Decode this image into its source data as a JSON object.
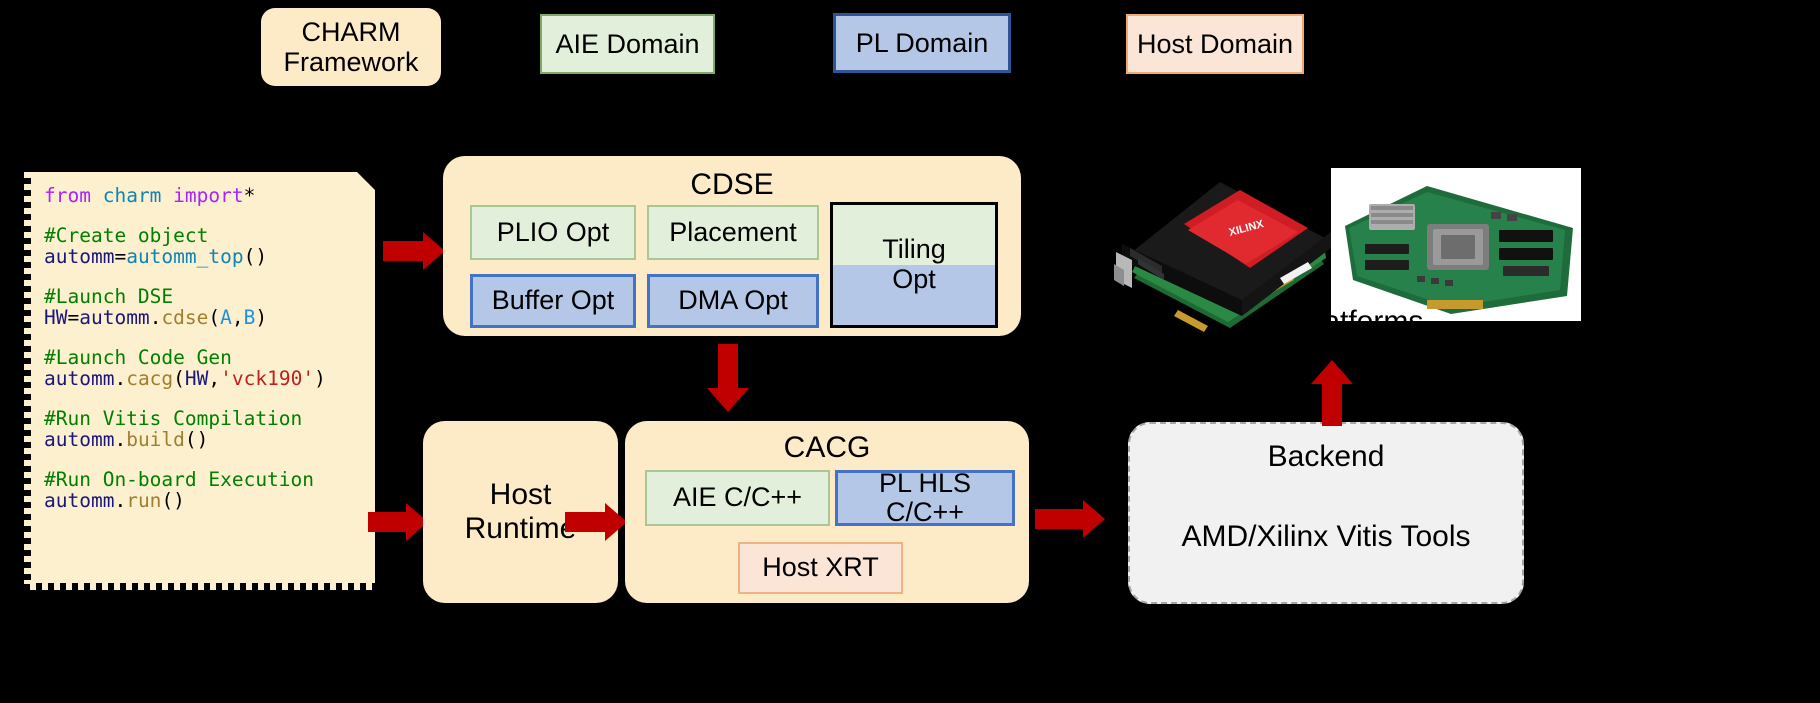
{
  "legend": {
    "items": [
      {
        "id": "charm-framework",
        "label": "CHARM\nFramework",
        "line1": "CHARM",
        "line2": "Framework",
        "fill": "#FDEBC8",
        "border": "none"
      },
      {
        "id": "aie-domain",
        "label": "AIE Domain",
        "fill": "#E2EFDA",
        "border": "#7FA86B"
      },
      {
        "id": "pl-domain",
        "label": "PL Domain",
        "fill": "#B4C7E7",
        "border": "#2F5597"
      },
      {
        "id": "host-domain",
        "label": "Host Domain",
        "fill": "#FBE5D6",
        "border": "#F0A875"
      }
    ]
  },
  "code": {
    "lines": [
      {
        "tokens": [
          {
            "t": "from",
            "c": "kw"
          },
          {
            "t": " ",
            "c": "op"
          },
          {
            "t": "charm",
            "c": "cls"
          },
          {
            "t": " ",
            "c": "op"
          },
          {
            "t": "import",
            "c": "kw"
          },
          {
            "t": "*",
            "c": "op"
          }
        ]
      },
      {
        "blank": true
      },
      {
        "tokens": [
          {
            "t": "#Create object",
            "c": "cmt"
          }
        ]
      },
      {
        "tokens": [
          {
            "t": "automm",
            "c": "var"
          },
          {
            "t": "=",
            "c": "op"
          },
          {
            "t": "automm_top",
            "c": "cls"
          },
          {
            "t": "()",
            "c": "pn"
          }
        ]
      },
      {
        "blank": true
      },
      {
        "tokens": [
          {
            "t": "#Launch DSE",
            "c": "cmt"
          }
        ]
      },
      {
        "tokens": [
          {
            "t": "HW",
            "c": "var"
          },
          {
            "t": "=",
            "c": "op"
          },
          {
            "t": "automm",
            "c": "var"
          },
          {
            "t": ".",
            "c": "op"
          },
          {
            "t": "cdse",
            "c": "fn"
          },
          {
            "t": "(",
            "c": "pn"
          },
          {
            "t": "A",
            "c": "arg"
          },
          {
            "t": ",",
            "c": "pn"
          },
          {
            "t": "B",
            "c": "arg"
          },
          {
            "t": ")",
            "c": "pn"
          }
        ]
      },
      {
        "blank": true
      },
      {
        "tokens": [
          {
            "t": "#Launch Code Gen",
            "c": "cmt"
          }
        ]
      },
      {
        "tokens": [
          {
            "t": "automm",
            "c": "var"
          },
          {
            "t": ".",
            "c": "op"
          },
          {
            "t": "cacg",
            "c": "fn"
          },
          {
            "t": "(",
            "c": "pn"
          },
          {
            "t": "HW",
            "c": "var"
          },
          {
            "t": ",",
            "c": "pn"
          },
          {
            "t": "'vck190'",
            "c": "str"
          },
          {
            "t": ")",
            "c": "pn"
          }
        ]
      },
      {
        "blank": true
      },
      {
        "tokens": [
          {
            "t": "#Run Vitis Compilation",
            "c": "cmt"
          }
        ]
      },
      {
        "tokens": [
          {
            "t": "automm",
            "c": "var"
          },
          {
            "t": ".",
            "c": "op"
          },
          {
            "t": "build",
            "c": "fn"
          },
          {
            "t": "()",
            "c": "pn"
          }
        ]
      },
      {
        "blank": true
      },
      {
        "tokens": [
          {
            "t": "#Run On-board Execution",
            "c": "cmt"
          }
        ]
      },
      {
        "tokens": [
          {
            "t": "automm",
            "c": "var"
          },
          {
            "t": ".",
            "c": "op"
          },
          {
            "t": "run",
            "c": "fn"
          },
          {
            "t": "()",
            "c": "pn"
          }
        ]
      }
    ]
  },
  "cdse": {
    "title": "CDSE",
    "chips": [
      {
        "id": "plio-opt",
        "label": "PLIO Opt",
        "domain": "aie"
      },
      {
        "id": "placement",
        "label": "Placement",
        "domain": "aie"
      },
      {
        "id": "buffer-opt",
        "label": "Buffer Opt",
        "domain": "pl"
      },
      {
        "id": "dma-opt",
        "label": "DMA Opt",
        "domain": "pl"
      },
      {
        "id": "tiling-opt",
        "label": "Tiling\nOpt",
        "line1": "Tiling",
        "line2": "Opt",
        "domain": "both"
      }
    ]
  },
  "host_runtime": {
    "line1": "Host",
    "line2": "Runtime"
  },
  "cacg": {
    "title": "CACG",
    "chips": [
      {
        "id": "aie-c-cpp",
        "label": "AIE C/C++",
        "domain": "aie"
      },
      {
        "id": "pl-hls-c-cpp",
        "label": "PL HLS C/C++",
        "domain": "pl"
      },
      {
        "id": "host-xrt",
        "label": "Host XRT",
        "domain": "host"
      }
    ]
  },
  "backend": {
    "title": "Backend",
    "subtitle": "AMD/Xilinx Vitis Tools"
  },
  "platforms": {
    "label": "Platforms",
    "card_brand": "XILINX"
  },
  "arrows": [
    {
      "id": "code-to-cdse",
      "direction": "right"
    },
    {
      "id": "code-to-host-runtime",
      "direction": "right"
    },
    {
      "id": "cdse-to-cacg",
      "direction": "down"
    },
    {
      "id": "host-runtime-to-cacg",
      "direction": "right"
    },
    {
      "id": "cacg-to-backend",
      "direction": "right"
    },
    {
      "id": "backend-to-platforms",
      "direction": "up"
    }
  ],
  "colors": {
    "background": "#000000",
    "arrow": "#C00000",
    "aie_fill": "#E2EFDA",
    "aie_border": "#A9C796",
    "pl_fill": "#B4C7E7",
    "pl_border": "#4472C4",
    "host_fill": "#FBE5D6",
    "host_border": "#F0B183",
    "panel_fill": "#FDEBC8",
    "backend_fill": "#F1F1F1",
    "backend_border": "#A6A6A6"
  }
}
